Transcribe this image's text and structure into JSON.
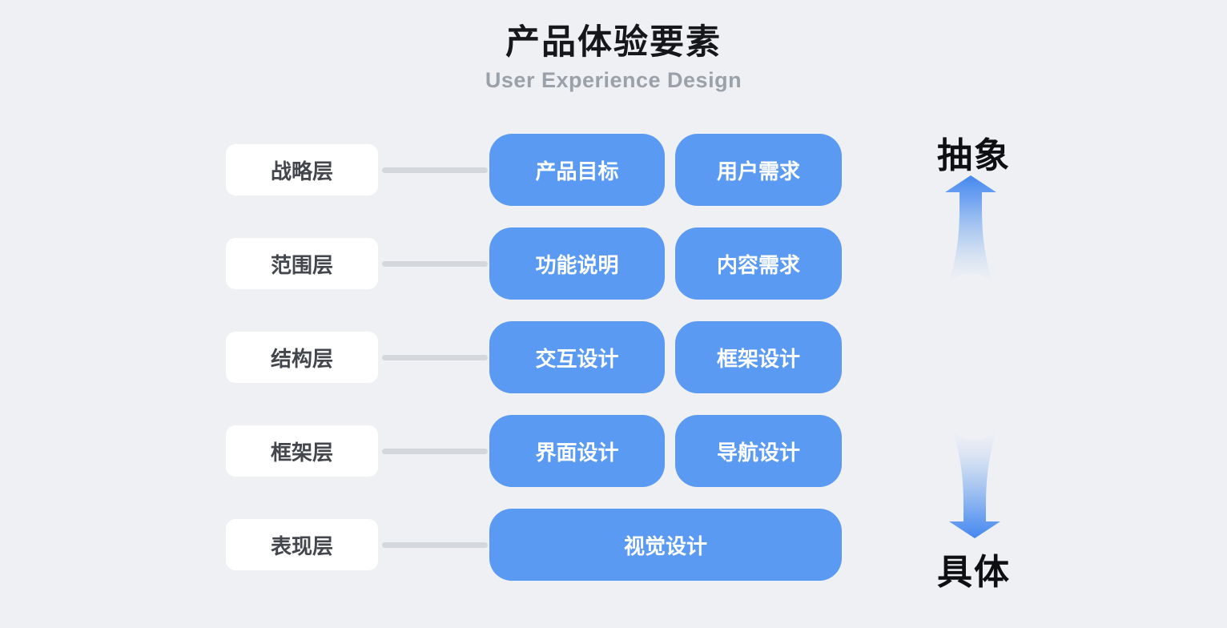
{
  "header": {
    "title": "产品体验要素",
    "subtitle": "User Experience Design"
  },
  "rows": [
    {
      "label": "战略层",
      "boxes": [
        "产品目标",
        "用户需求"
      ]
    },
    {
      "label": "范围层",
      "boxes": [
        "功能说明",
        "内容需求"
      ]
    },
    {
      "label": "结构层",
      "boxes": [
        "交互设计",
        "框架设计"
      ]
    },
    {
      "label": "框架层",
      "boxes": [
        "界面设计",
        "导航设计"
      ]
    },
    {
      "label": "表现层",
      "boxes": [
        "视觉设计"
      ]
    }
  ],
  "axis": {
    "top_label": "抽象",
    "bottom_label": "具体"
  },
  "icons": {
    "up_arrow": "gradient-arrow-up",
    "down_arrow": "gradient-arrow-down"
  },
  "colors": {
    "background": "#EFF0F4",
    "node_blue": "#5B9AF2",
    "node_text": "#FFFFFF",
    "label_box_bg": "#FFFFFF",
    "label_text": "#43474D",
    "connector": "#D4D7DB",
    "title": "#15171A",
    "subtitle": "#9BA1A8",
    "arrow_blue": "#4688EF"
  }
}
